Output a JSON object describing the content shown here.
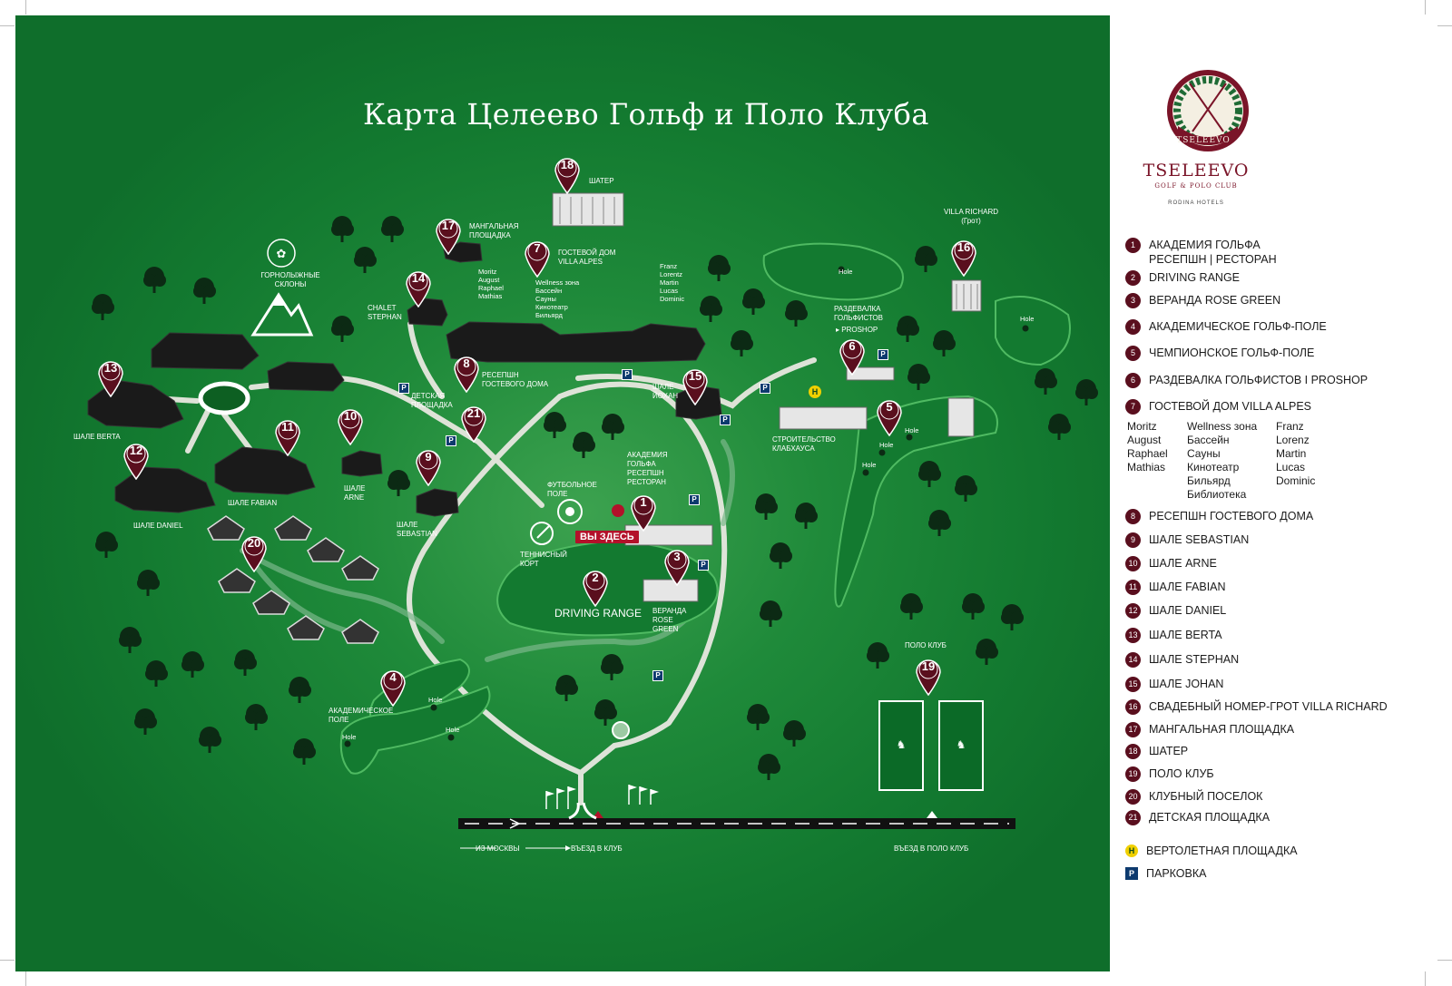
{
  "title": "Карта Целеево Гольф и Поло Клуба",
  "colors": {
    "map_green": "#1f8a3a",
    "pin": "#5a0f1e",
    "here": "#b3112a",
    "legend_brand": "#7a1428"
  },
  "icons": [
    "location-pin-icon",
    "tree-icon",
    "chalet-icon",
    "mountain-icon",
    "parking-icon",
    "helipad-icon",
    "flag-icon",
    "soccer-ball-icon",
    "tennis-icon",
    "polo-player-icon",
    "rotunda-icon"
  ],
  "here_label": "ВЫ ЗДЕСЬ",
  "range_label": "DRIVING RANGE",
  "map_labels": {
    "shater": "ШАТЕР",
    "mangal": "МАНГАЛЬНАЯ ПЛОЩАДКА",
    "guesthouse": "ГОСТЕВОЙ ДОМ VILLA ALPES",
    "ski": "ГОРНОЛЫЖНЫЕ СКЛОНЫ",
    "chalet_stephan": "CHALET STEPHAN",
    "reception_gd": "РЕСЕПШН ГОСТЕВОГО ДОМА",
    "playground": "ДЕТСКАЯ ПЛОЩАДКА",
    "chalet_johan": "ШАЛЕ ЙОХАН",
    "locker": "РАЗДЕВАЛКА ГОЛЬФИСТОВ",
    "proshop": "▸ PROSHOP",
    "villa_richard": "VILLA RICHARD (Грот)",
    "clubhouse": "СТРОИТЕЛЬСТВО КЛАБХАУСА",
    "chalet_berta": "ШАЛЕ BERTA",
    "chalet_daniel": "ШАЛЕ DANIEL",
    "chalet_fabian": "ШАЛЕ FABIAN",
    "chalet_arne": "ШАЛЕ ARNE",
    "chalet_sebastian": "ШАЛЕ SEBASTIAN",
    "football": "ФУТБОЛЬНОЕ ПОЛЕ",
    "tennis": "ТЕННИСНЫЙ КОРТ",
    "academy": "АКАДЕМИЯ ГОЛЬФА РЕСЕПШН РЕСТОРАН",
    "veranda": "ВЕРАНДА ROSE GREEN",
    "academic_field": "АКАДЕМИЧЕСКОЕ ПОЛЕ",
    "polo": "ПОЛО КЛУБ",
    "from_moscow": "ИЗ МОСКВЫ",
    "entry_club": "ВЪЕЗД В КЛУБ",
    "entry_polo": "ВЪЕЗД В ПОЛО КЛУБ",
    "hole": "Hole"
  },
  "rooms_west": [
    "Moritz",
    "August",
    "Raphael",
    "Mathias"
  ],
  "rooms_mid": [
    "Wellness зона",
    "Бассейн",
    "Сауны",
    "Кинотеатр",
    "Бильярд"
  ],
  "rooms_east": [
    "Franz",
    "Lorentz",
    "Martin",
    "Lucas",
    "Dominic"
  ],
  "logo": {
    "brand": "TSELEEVO",
    "sub": "GOLF & POLO CLUB",
    "hotels": "RODINA HOTELS",
    "badge_text": "TSELEEVO"
  },
  "legend": [
    {
      "num": "1",
      "text": "АКАДЕМИЯ ГОЛЬФА",
      "text2": "РЕСЕПШН | РЕСТОРАН"
    },
    {
      "num": "2",
      "text": "DRIVING RANGE"
    },
    {
      "num": "3",
      "text": "ВЕРАНДА ROSE GREEN"
    },
    {
      "num": "4",
      "text": "АКАДЕМИЧЕСКОЕ ГОЛЬФ-ПОЛЕ"
    },
    {
      "num": "5",
      "text": "ЧЕМПИОНСКОЕ ГОЛЬФ-ПОЛЕ"
    },
    {
      "num": "6",
      "text": "РАЗДЕВАЛКА ГОЛЬФИСТОВ I PROSHOP"
    },
    {
      "num": "7",
      "text": "ГОСТЕВОЙ ДОМ VILLA ALPES"
    },
    {
      "num": "8",
      "text": "РЕСЕПШН ГОСТЕВОГО ДОМА"
    },
    {
      "num": "9",
      "text": "ШАЛЕ SEBASTIAN"
    },
    {
      "num": "10",
      "text": "ШАЛЕ ARNE"
    },
    {
      "num": "11",
      "text": "ШАЛЕ FABIAN"
    },
    {
      "num": "12",
      "text": "ШАЛЕ DANIEL"
    },
    {
      "num": "13",
      "text": "ШАЛЕ BERTA"
    },
    {
      "num": "14",
      "text": "ШАЛЕ STEPHAN"
    },
    {
      "num": "15",
      "text": "ШАЛЕ JOHAN"
    },
    {
      "num": "16",
      "text": "СВАДЕБНЫЙ НОМЕР-ГРОТ VILLA RICHARD"
    },
    {
      "num": "17",
      "text": "МАНГАЛЬНАЯ ПЛОЩАДКА"
    },
    {
      "num": "18",
      "text": "ШАТЕР"
    },
    {
      "num": "19",
      "text": "ПОЛО КЛУБ"
    },
    {
      "num": "20",
      "text": "КЛУБНЫЙ ПОСЕЛОК"
    },
    {
      "num": "21",
      "text": "ДЕТСКАЯ ПЛОЩАДКА"
    }
  ],
  "legend_rooms_col1": [
    "Moritz",
    "August",
    "Raphael",
    "Mathias"
  ],
  "legend_rooms_col2": [
    "Wellness зона",
    "Бассейн",
    "Сауны",
    "Кинотеатр",
    "Бильярд",
    "Библиотека"
  ],
  "legend_rooms_col3": [
    "Franz",
    "Lorenz",
    "Martin",
    "Lucas",
    "Dominic"
  ],
  "legend_symbols": [
    {
      "sym": "H",
      "text": "ВЕРТОЛЕТНАЯ ПЛОЩАДКА"
    },
    {
      "sym": "P",
      "text": "ПАРКОВКА"
    }
  ]
}
